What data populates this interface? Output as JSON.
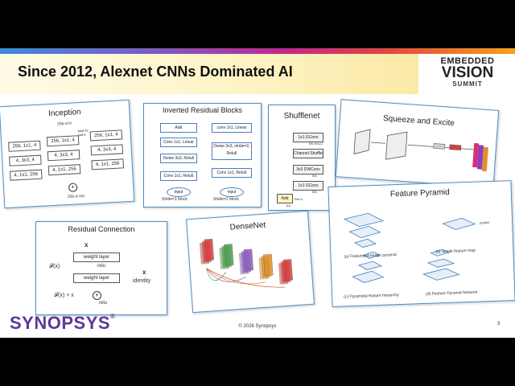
{
  "slide": {
    "title": "Since 2012, Alexnet CNNs Dominated AI",
    "footer": "© 2026 Synopsys",
    "page_number": "3"
  },
  "brand": {
    "evs_line1": "EMBEDDED",
    "evs_line2": "VISION",
    "evs_line3": "SUMMIT",
    "company": "SYNOPSYS",
    "registered": "®",
    "accent_purple": "#5b3a96"
  },
  "inception": {
    "title": "Inception",
    "top_label": "256-d in",
    "bottom_label": "256-d out",
    "col1": [
      "256, 1x1, 4",
      "4, 3x3, 4",
      "4, 1x1, 256"
    ],
    "col2": [
      "256, 1x1, 4",
      "4, 3x3, 4",
      "4, 1x1, 256"
    ],
    "col3": [
      "256, 1x1, 4",
      "4, 3x3, 4",
      "4, 1x1, 256"
    ],
    "note": "total 32 paths"
  },
  "inverted": {
    "title": "Inverted Residual Blocks",
    "left": [
      "Add",
      "Conv 1x1, Linear",
      "Dwise 3x3, Relu6",
      "Conv 1x1, Relu6",
      "input"
    ],
    "left_caption": "Stride=1 block",
    "right": [
      "conv 1x1, Linear",
      "Dwise 3x3, stride=2, Relu6",
      "Conv 1x1, Relu6",
      "input"
    ],
    "right_caption": "Stride=2 block"
  },
  "shufflenet": {
    "title": "Shufflenet",
    "blocks": [
      "1x1 GConv",
      "Channel Shuffle",
      "3x3 DWConv",
      "1x1 GConv",
      "Add"
    ],
    "labels": [
      "BN ReLU",
      "BN",
      "BN",
      "ReLU"
    ],
    "caption": "(b)"
  },
  "squeeze": {
    "title": "Squeeze and Excite"
  },
  "residual": {
    "title": "Residual Connection",
    "input": "x",
    "layer1": "weight layer",
    "layer2": "weight layer",
    "relu1": "relu",
    "relu2": "relu",
    "fx": "𝓕(x)",
    "fxx": "𝓕(x) + x",
    "side_x": "x",
    "identity": "identity"
  },
  "densenet": {
    "title": "DenseNet",
    "block_colors": [
      "#d94040",
      "#4fa04f",
      "#8f5fbf",
      "#e0902a",
      "#d94040"
    ]
  },
  "pyramid": {
    "title": "Feature Pyramid",
    "cap_a": "(a) Featurized image pyramid",
    "cap_b": "(b) Single feature map",
    "cap_c": "(c) Pyramidal feature hierarchy",
    "cap_d": "(d) Feature Pyramid Network",
    "predict": "predict"
  }
}
